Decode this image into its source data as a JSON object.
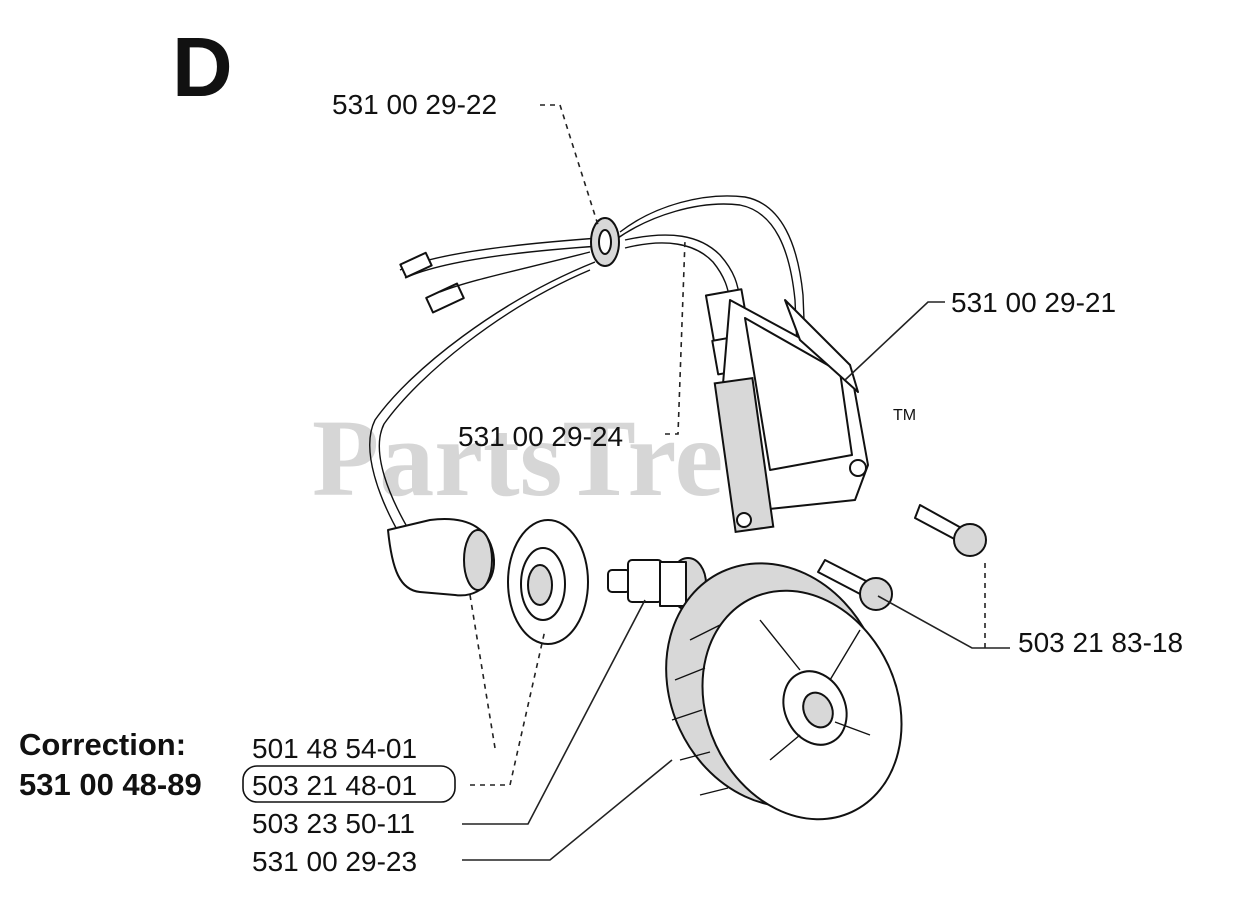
{
  "section_letter": "D",
  "watermark": {
    "text": "PartsTree",
    "trademark": "TM"
  },
  "callouts": {
    "p1": "531 00 29-22",
    "p2": "531 00 29-21",
    "p3": "531 00 29-24",
    "p4": "503 21 83-18",
    "p5": "501 48 54-01",
    "p6": "503 21 48-01",
    "p7": "503 23 50-11",
    "p8": "531 00 29-23"
  },
  "correction": {
    "label": "Correction:",
    "part_number": "531 00 48-89"
  }
}
